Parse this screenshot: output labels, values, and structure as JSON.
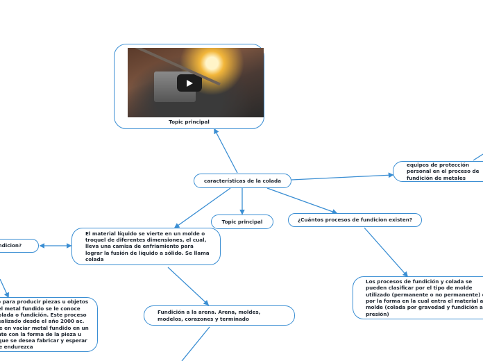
{
  "nodes": {
    "video_topic": {
      "label": "Topic principal",
      "video": {
        "control": "play-icon"
      }
    },
    "central": {
      "label": "características de la colada"
    },
    "epp": {
      "label": "equipos de protección personal en el proceso de fundición de metales"
    },
    "topic_small": {
      "label": "Topic principal"
    },
    "cuantos": {
      "label": "¿Cuántos procesos de fundicion existen?"
    },
    "material": {
      "label": "El material líquido se vierte en un molde o troquel de diferentes dimensiones, el cual, lleva una camisa de enfriamiento para lograr la fusión de líquido a sólido. Se llama colada"
    },
    "que_es": {
      "label": "¿Qué es la fundicion?"
    },
    "procesos": {
      "label": "Los procesos de fundición y colada se pueden clasificar por el tipo de molde utilizado (permanente o no permanente) o por la forma en la cual entra el material al molde (colada por gravedad y fundición a presión)"
    },
    "definicion": {
      "label": "Proceso para producir piezas u objetos donde el metal fundido se le conoce como colada o fundición. Este proceso se ha realizado desde el año 2000 ac. Consiste en vaciar metal fundido en un recipiente con la forma de la pieza u objeto que se desea fabricar y esperar a que se endurezca"
    },
    "arena": {
      "label": "Fundición a la arena. Arena, moldes, modelos, corazones y terminado"
    }
  },
  "colors": {
    "line": "#3a8ed3",
    "text": "#1e2630",
    "background": "#ffffff"
  }
}
